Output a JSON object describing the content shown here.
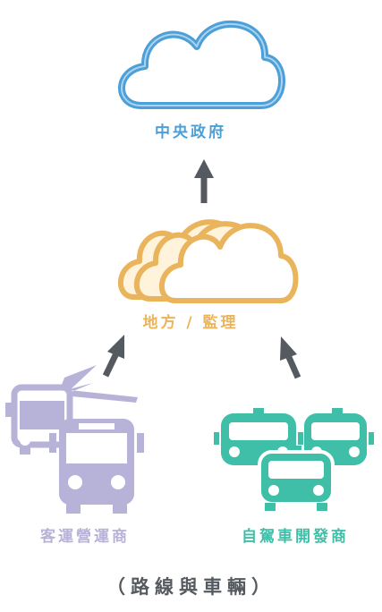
{
  "nodes": {
    "central": {
      "label": "中央政府",
      "color": "#4d9fd8"
    },
    "local": {
      "label": "地方 / 監理",
      "color": "#e9b45c"
    },
    "transit": {
      "label": "客運營運商",
      "color": "#b7b2d7"
    },
    "av": {
      "label": "自駕車開發商",
      "color": "#3fbfa7"
    }
  },
  "footer": "（路線與車輛）",
  "arrow_color": "#555a60",
  "icons": {
    "central": "cloud-icon",
    "local": "stacked-clouds-icon",
    "transit": "buses-icon",
    "av": "autonomous-cars-icon"
  }
}
